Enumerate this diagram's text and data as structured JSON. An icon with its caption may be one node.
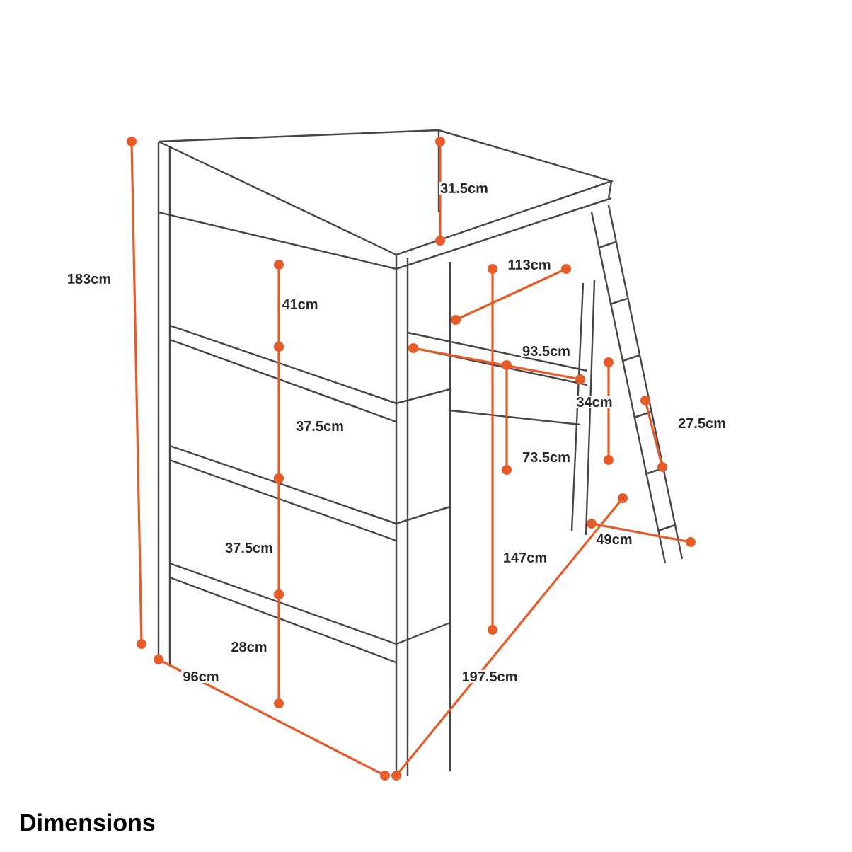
{
  "diagram": {
    "title": "Dimensions",
    "labels": [
      "31.5cm",
      "183cm",
      "113cm",
      "41cm",
      "93.5cm",
      "34cm",
      "27.5cm",
      "37.5cm",
      "73.5cm",
      "37.5cm",
      "147cm",
      "49cm",
      "28cm",
      "96cm",
      "197.5cm"
    ]
  }
}
